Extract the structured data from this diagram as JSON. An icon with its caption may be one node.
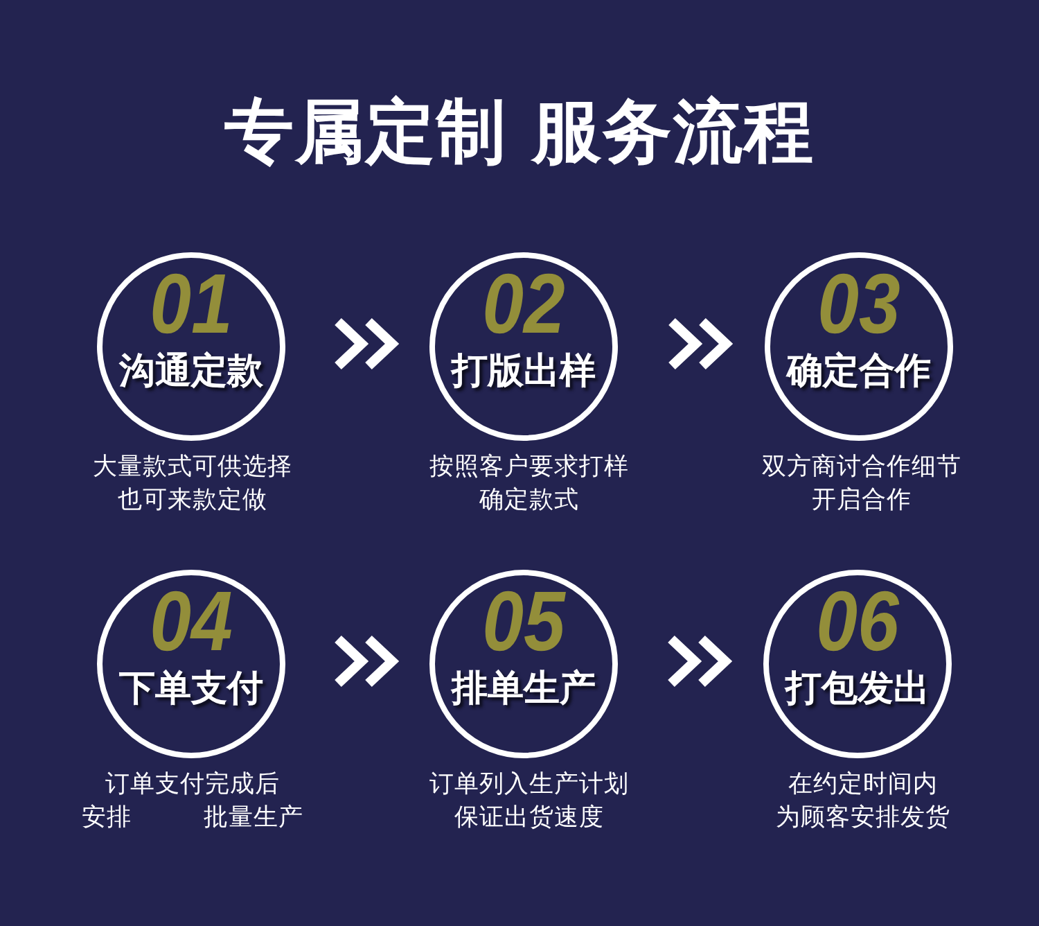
{
  "diagram": {
    "title": "专属定制 服务流程",
    "nodes": [
      {
        "text": [
          "01",
          "沟通定款"
        ],
        "beside": [
          "大量款式可供选择也可来款定做"
        ]
      },
      {
        "text": [
          "02",
          "打版出样"
        ],
        "beside": [
          "按照客户要求打样确定款式"
        ]
      },
      {
        "text": [
          "03",
          "确定合作"
        ],
        "beside": [
          "双方商讨合作细节开启合作"
        ]
      },
      {
        "text": [
          "04",
          "下单支付"
        ],
        "beside": [
          "订单支付完成后安排 批量生产"
        ]
      },
      {
        "text": [
          "05",
          "排单生产"
        ],
        "beside": [
          "订单列入生产计划保证出货速度"
        ]
      },
      {
        "text": [
          "06",
          "打包发出"
        ],
        "beside": [
          "在约定时间内为顾客安排发货"
        ]
      }
    ],
    "edges": [
      {
        "from": 0,
        "to": 1,
        "arrow": "to"
      },
      {
        "from": 1,
        "to": 2,
        "arrow": "to"
      },
      {
        "from": 3,
        "to": 4,
        "arrow": "to"
      },
      {
        "from": 4,
        "to": 5,
        "arrow": "to"
      }
    ]
  }
}
